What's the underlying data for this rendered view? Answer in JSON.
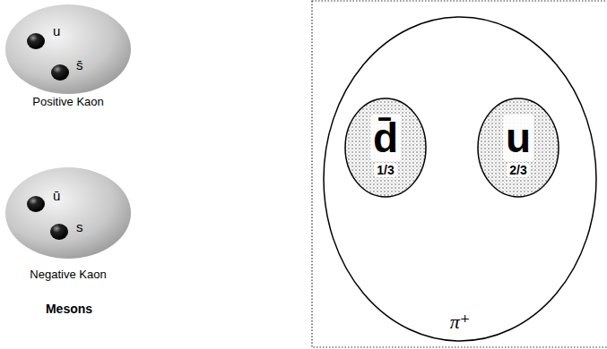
{
  "diagram": {
    "nodes": [
      {
        "text": [
          "u",
          "s̄",
          "Positive Kaon"
        ]
      },
      {
        "text": [
          "ū",
          "s",
          "Negative Kaon"
        ]
      },
      {
        "text": [
          "π⁺"
        ]
      },
      {
        "text": [
          "d̄",
          "1/3"
        ],
        "in": 2
      },
      {
        "text": [
          "u",
          "2/3"
        ],
        "in": 2
      }
    ],
    "labels": [
      "Mesons"
    ]
  }
}
